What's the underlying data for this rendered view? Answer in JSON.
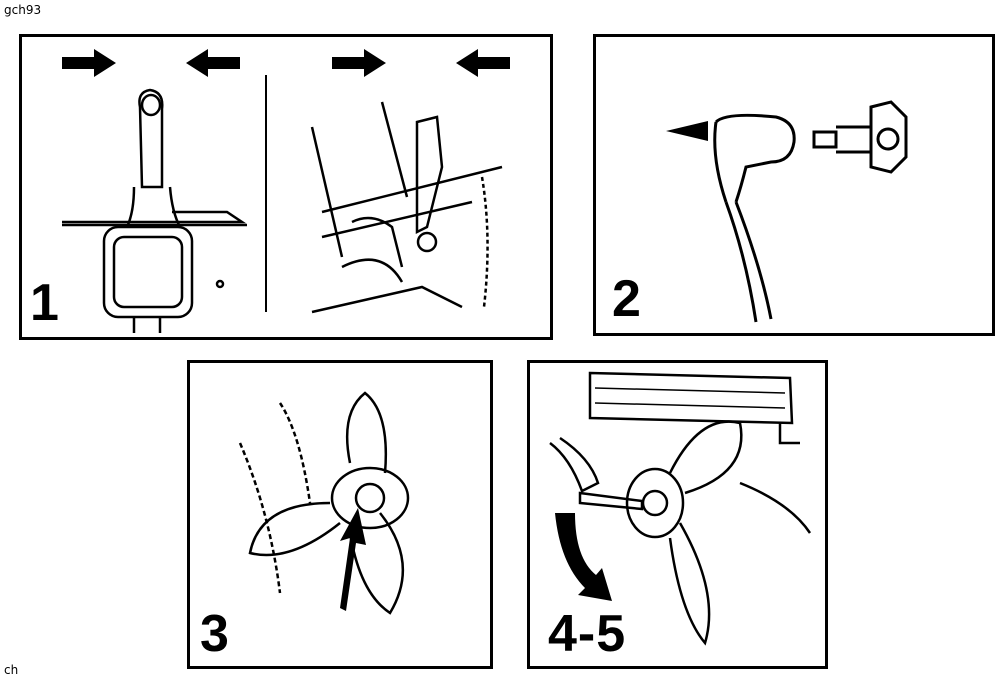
{
  "doc_code": "gch93",
  "footer_code": "ch",
  "panels": [
    {
      "step": "1",
      "topic": "shift-to-neutral"
    },
    {
      "step": "2",
      "topic": "disconnect-spark-plug-wire"
    },
    {
      "step": "3",
      "topic": "remove-propeller-nut"
    },
    {
      "step": "4-5",
      "topic": "remove-propeller-with-wrench"
    }
  ]
}
